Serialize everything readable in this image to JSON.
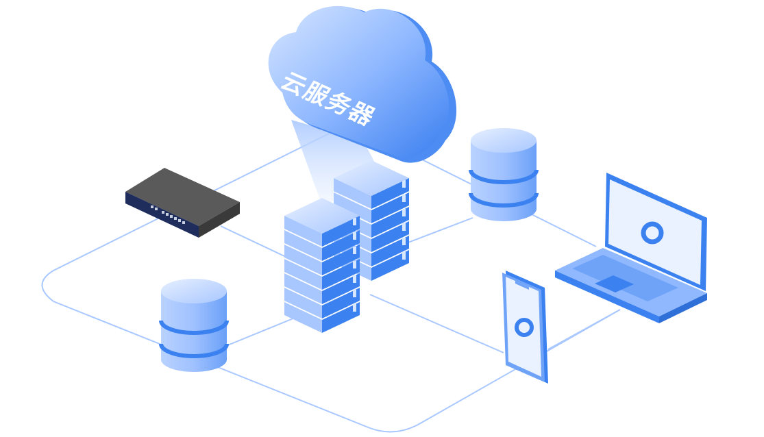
{
  "cloud": {
    "label": "云服务器"
  },
  "colors": {
    "primary": "#3b82f0",
    "light": "#cfe0ff",
    "line": "#9cc0ff",
    "router": "#4a4a4a",
    "router_front": "#1d2b56"
  },
  "server_stacks": [
    {
      "units": 7
    },
    {
      "units": 6
    }
  ]
}
